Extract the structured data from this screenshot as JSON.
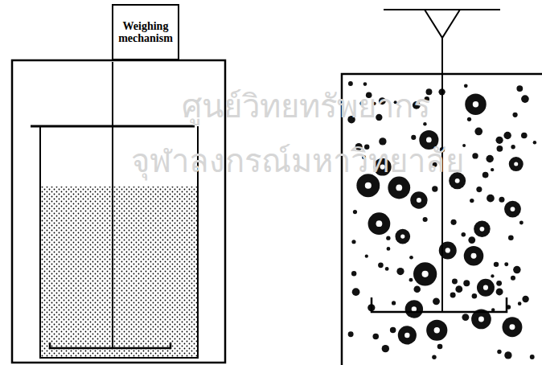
{
  "diagram": {
    "nodes": [
      {
        "text": [
          "Weighing mechanism"
        ]
      }
    ],
    "labels": [
      "ศูนย์วิทยทรัพยากร",
      "จุฬาลงกรณ์มหาวิทยาลัย"
    ]
  }
}
